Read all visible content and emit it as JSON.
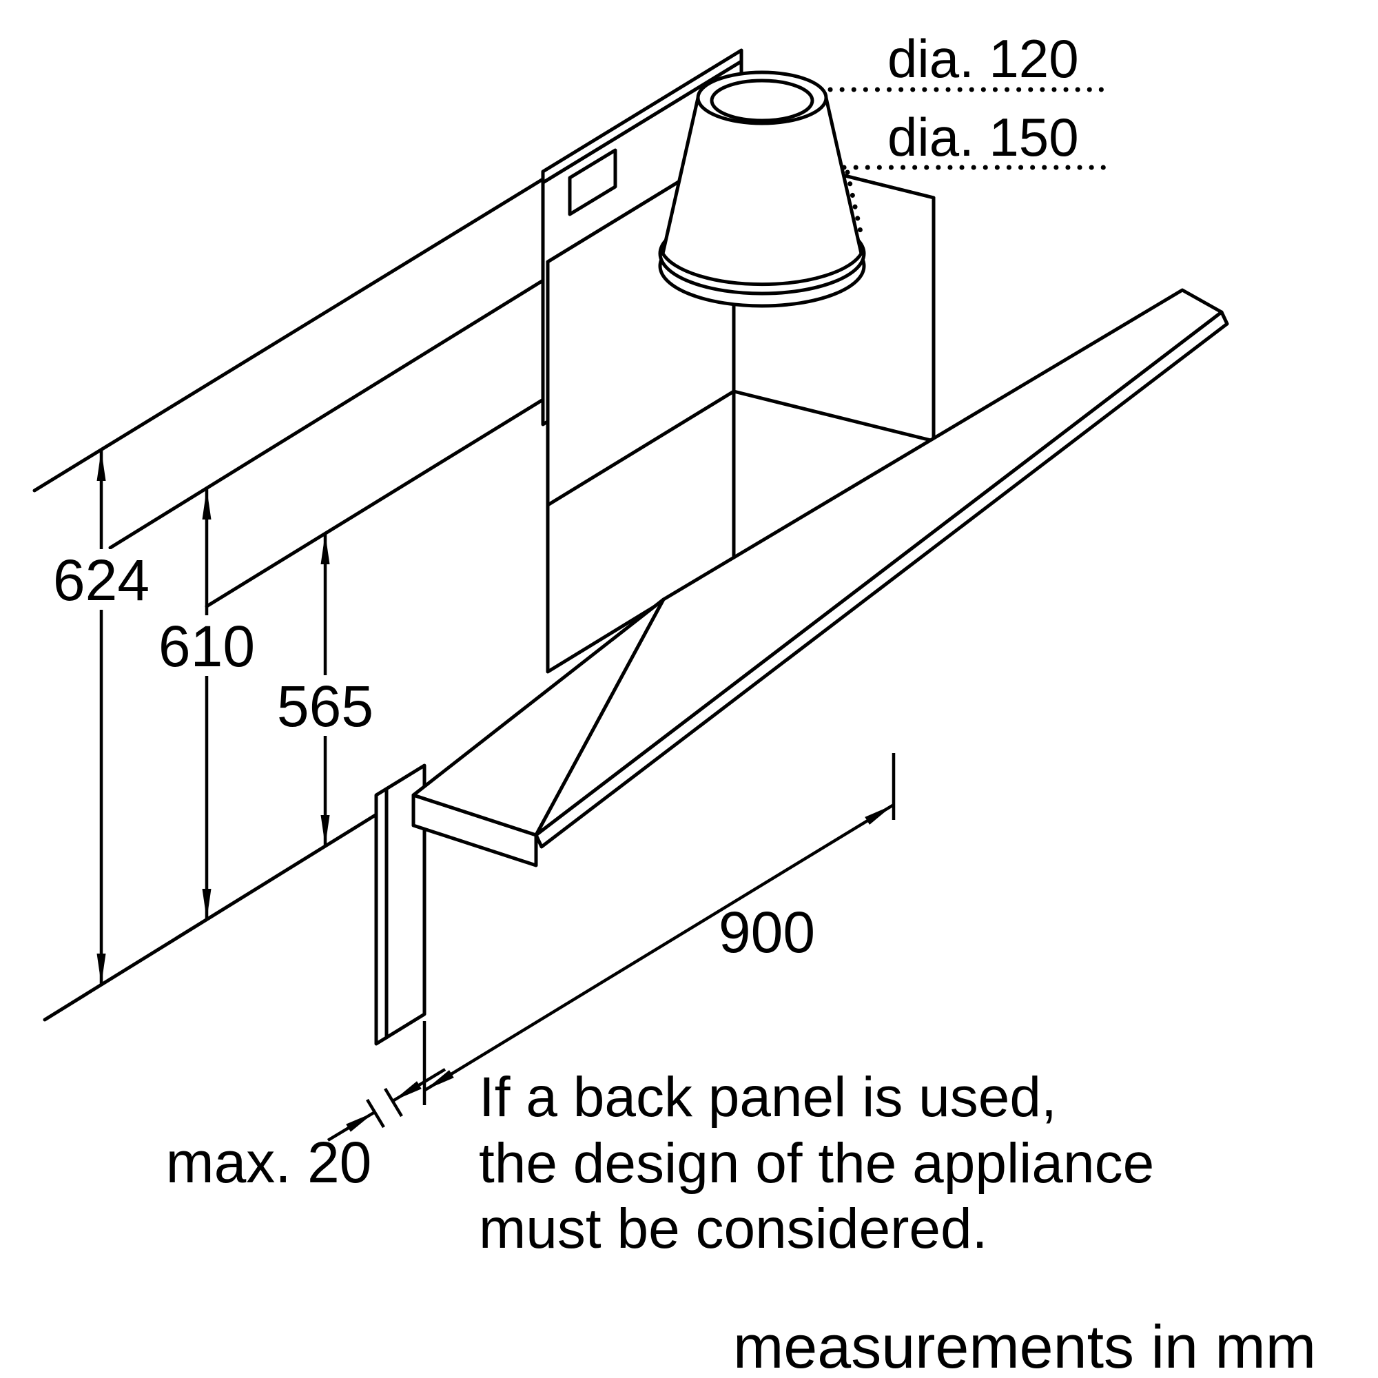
{
  "diagram": {
    "duct_diameters": {
      "small": "dia. 120",
      "large": "dia. 150"
    },
    "heights": {
      "h1": "624",
      "h2": "610",
      "h3": "565"
    },
    "width": {
      "value": "900"
    },
    "back_panel_gap": {
      "value": "max. 20"
    },
    "note": {
      "line1": "If a back panel is used,",
      "line2": "the design of the appliance",
      "line3": "must be considered."
    },
    "footer": "measurements in mm",
    "colors": {
      "line": "#000000",
      "background": "#ffffff"
    }
  }
}
